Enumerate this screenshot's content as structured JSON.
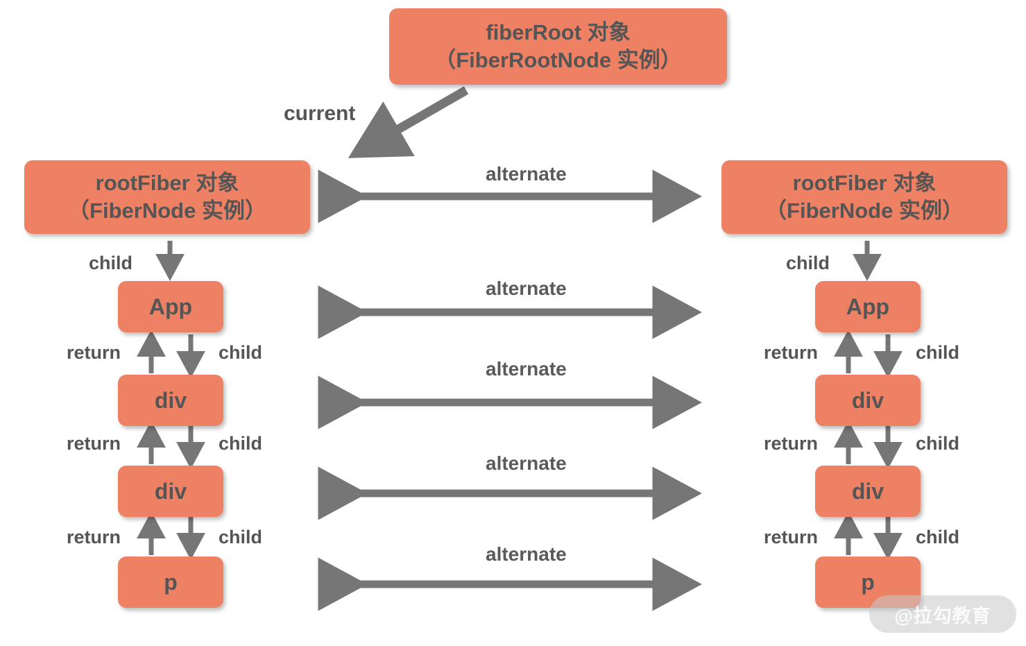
{
  "diagram": {
    "title_node": {
      "line1": "fiberRoot 对象",
      "line2": "（FiberRootNode 实例）"
    },
    "current_label": "current",
    "alternate_label": "alternate",
    "colors": {
      "node_fill": "#ee8163",
      "text": "#555555",
      "arrow": "#767676",
      "background": "#ffffff"
    },
    "left_tree": {
      "root": {
        "line1": "rootFiber 对象",
        "line2": "（FiberNode 实例）"
      },
      "root_child_label": "child",
      "nodes": [
        {
          "label": "App"
        },
        {
          "label": "div"
        },
        {
          "label": "div"
        },
        {
          "label": "p"
        }
      ],
      "edges": [
        {
          "return_label": "return",
          "child_label": "child"
        },
        {
          "return_label": "return",
          "child_label": "child"
        },
        {
          "return_label": "return",
          "child_label": "child"
        }
      ]
    },
    "right_tree": {
      "root": {
        "line1": "rootFiber 对象",
        "line2": "（FiberNode 实例）"
      },
      "root_child_label": "child",
      "nodes": [
        {
          "label": "App"
        },
        {
          "label": "div"
        },
        {
          "label": "div"
        },
        {
          "label": "p"
        }
      ],
      "edges": [
        {
          "return_label": "return",
          "child_label": "child"
        },
        {
          "return_label": "return",
          "child_label": "child"
        },
        {
          "return_label": "return",
          "child_label": "child"
        }
      ]
    },
    "alternate_links": [
      {
        "label": "alternate"
      },
      {
        "label": "alternate"
      },
      {
        "label": "alternate"
      },
      {
        "label": "alternate"
      },
      {
        "label": "alternate"
      }
    ],
    "watermark": "@拉勾教育"
  }
}
